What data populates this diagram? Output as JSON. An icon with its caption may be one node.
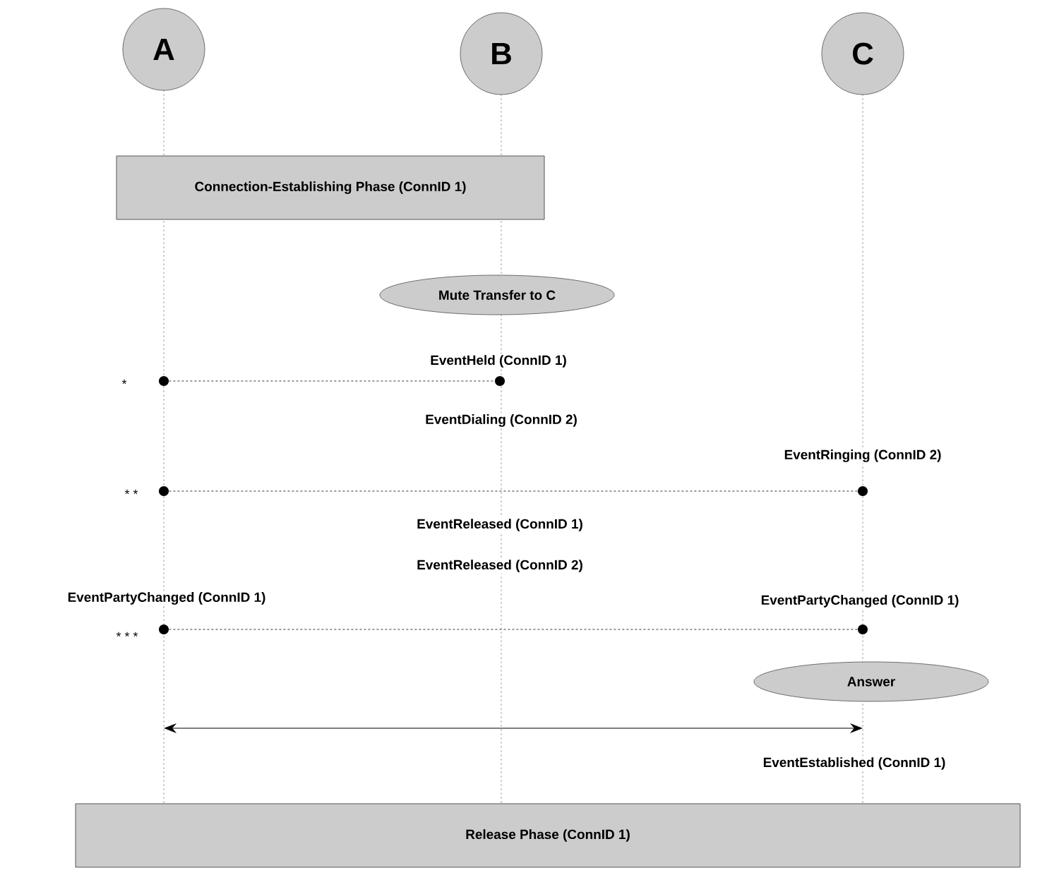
{
  "diagram": {
    "nodes": [
      {
        "text": [
          "A"
        ]
      },
      {
        "text": [
          "B"
        ]
      },
      {
        "text": [
          "C"
        ]
      },
      {
        "text": [
          "Connection-Establishing Phase (ConnID 1)"
        ]
      },
      {
        "text": [
          "Mute Transfer to C"
        ]
      },
      {
        "text": [
          "Answer"
        ]
      },
      {
        "text": [
          "Release Phase (ConnID 1)"
        ]
      },
      {
        "text": [],
        "shape": "circle"
      },
      {
        "text": [],
        "shape": "circle"
      },
      {
        "text": [],
        "shape": "circle"
      },
      {
        "text": [],
        "shape": "circle"
      },
      {
        "text": [],
        "shape": "circle"
      },
      {
        "text": [],
        "shape": "circle"
      },
      {
        "text": [],
        "shape": "line"
      },
      {
        "text": [],
        "shape": "line"
      },
      {
        "text": [],
        "shape": "line"
      }
    ],
    "edges": [
      {
        "from": 7,
        "to": 8,
        "arrow": "none",
        "style": "dashed"
      },
      {
        "from": 9,
        "to": 10,
        "arrow": "none",
        "style": "dashed"
      },
      {
        "from": 11,
        "to": 12,
        "arrow": "none",
        "style": "dashed"
      },
      {
        "from": 13,
        "to": 15,
        "arrow": "both"
      }
    ],
    "labels": [
      "EventHeld (ConnID 1)",
      "*",
      "EventDialing (ConnID 2)",
      "EventRinging (ConnID 2)",
      "* *",
      "EventReleased (ConnID 1)",
      "EventReleased (ConnID 2)",
      "EventPartyChanged (ConnID 1)",
      "EventPartyChanged (ConnID 1)",
      "* * *",
      "EventEstablished (ConnID 1)"
    ]
  }
}
